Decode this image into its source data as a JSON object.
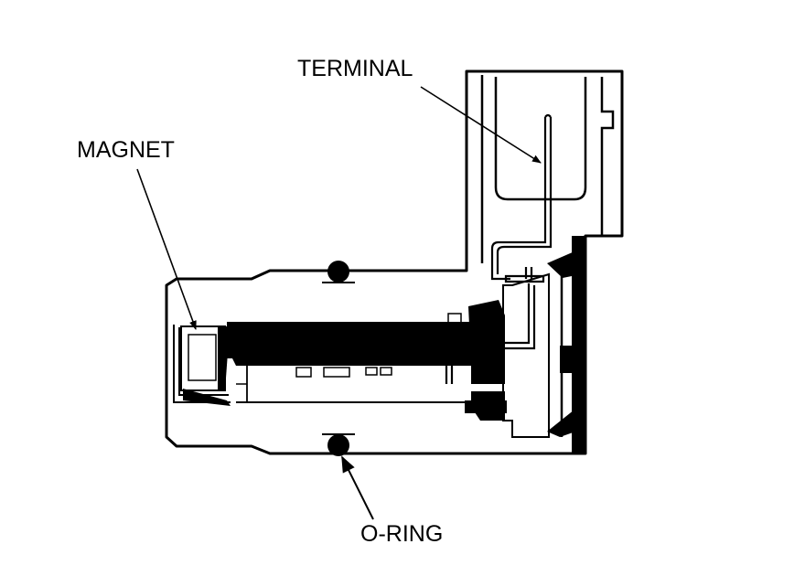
{
  "labels": {
    "terminal": "TERMINAL",
    "magnet": "MAGNET",
    "o_ring": "O-RING"
  },
  "colors": {
    "ink": "#000000",
    "paper": "#ffffff"
  }
}
